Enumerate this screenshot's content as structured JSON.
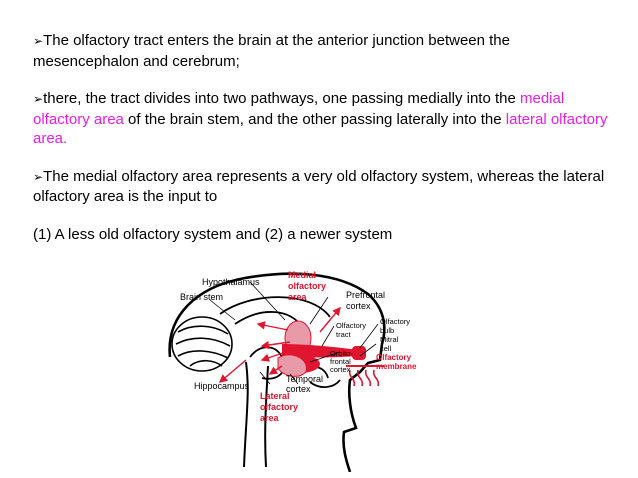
{
  "bullets": {
    "p1": {
      "marker": "➢",
      "text": "The olfactory tract enters the brain at the anterior junction between the mesencephalon and cerebrum;"
    },
    "p2": {
      "marker": "➢",
      "text_a": "there, the tract divides into two pathways, one passing medially into the ",
      "hl_1": "medial olfactory area",
      "text_b": " of the brain stem, and the other passing laterally into the ",
      "hl_2": "lateral olfactory area."
    },
    "p3": {
      "marker": "➢",
      "text": "The medial olfactory area represents a very old olfactory system, whereas the lateral olfactory area is the input to"
    },
    "p4": {
      "text": "(1) A less old olfactory system and (2) a newer system"
    },
    "highlight_color": "#e61ee6"
  },
  "diagram": {
    "labels": {
      "hypothalamus": "Hypothalamus",
      "brain_stem": "Brain stem",
      "medial_area": [
        "Medial",
        "olfactory",
        "area"
      ],
      "prefrontal_cortex": [
        "Prefrontal",
        "cortex"
      ],
      "olfactory_tract": [
        "Olfactory",
        "tract"
      ],
      "olfactory_bulb": [
        "Olfactory",
        "bulb"
      ],
      "mitral_cell": [
        "Mitral",
        "cell"
      ],
      "olfactory_membrane": [
        "Olfactory",
        "membrane"
      ],
      "orbitofrontal_cortex": [
        "Orbito-",
        "frontal",
        "cortex"
      ],
      "temporal_cortex": [
        "Temporal",
        "cortex"
      ],
      "hippocampus": "Hippocampus",
      "lateral_area": [
        "Lateral",
        "olfactory",
        "area"
      ]
    },
    "colors": {
      "red": "#e0152f",
      "pink": "#e89aa8"
    }
  }
}
